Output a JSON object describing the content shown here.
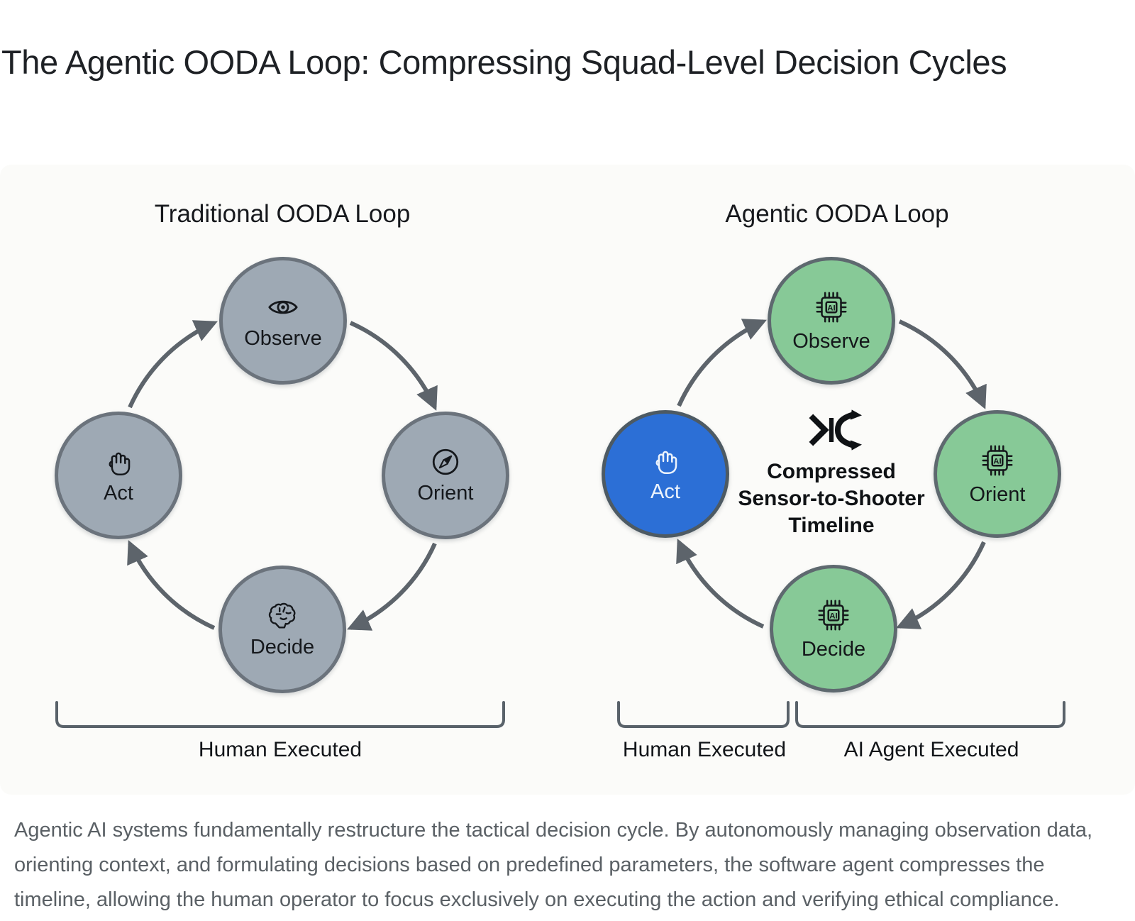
{
  "page_title": "The Agentic OODA Loop: Compressing Squad-Level Decision Cycles",
  "figure": {
    "traditional": {
      "title": "Traditional OODA Loop",
      "nodes": {
        "observe": {
          "label": "Observe",
          "icon": "eye-icon"
        },
        "orient": {
          "label": "Orient",
          "icon": "compass-icon"
        },
        "decide": {
          "label": "Decide",
          "icon": "brain-icon"
        },
        "act": {
          "label": "Act",
          "icon": "fist-icon"
        }
      },
      "bracket_label": "Human Executed"
    },
    "agentic": {
      "title": "Agentic OODA Loop",
      "nodes": {
        "observe": {
          "label": "Observe",
          "icon": "ai-chip-icon"
        },
        "orient": {
          "label": "Orient",
          "icon": "ai-chip-icon"
        },
        "decide": {
          "label": "Decide",
          "icon": "ai-chip-icon"
        },
        "act": {
          "label": "Act",
          "icon": "fist-icon"
        }
      },
      "center_note": {
        "icon": "compress-icon",
        "lines": [
          "Compressed",
          "Sensor-to-Shooter",
          "Timeline"
        ]
      },
      "bracket_human": "Human Executed",
      "bracket_ai": "AI Agent Executed"
    },
    "chip_label": "AI"
  },
  "caption_lines": [
    "Agentic AI systems fundamentally restructure the tactical decision cycle. By autonomously managing observation data,",
    "orienting context, and formulating decisions based on predefined parameters, the software agent compresses the",
    "timeline, allowing the human operator to focus exclusively on executing the action and verifying ethical compliance."
  ],
  "colors": {
    "traditional_node": "#9ea9b4",
    "agentic_node": "#87c997",
    "human_act_node": "#2c6fd6",
    "arrow": "#5d646b",
    "panel_background": "#fbfbf9"
  }
}
